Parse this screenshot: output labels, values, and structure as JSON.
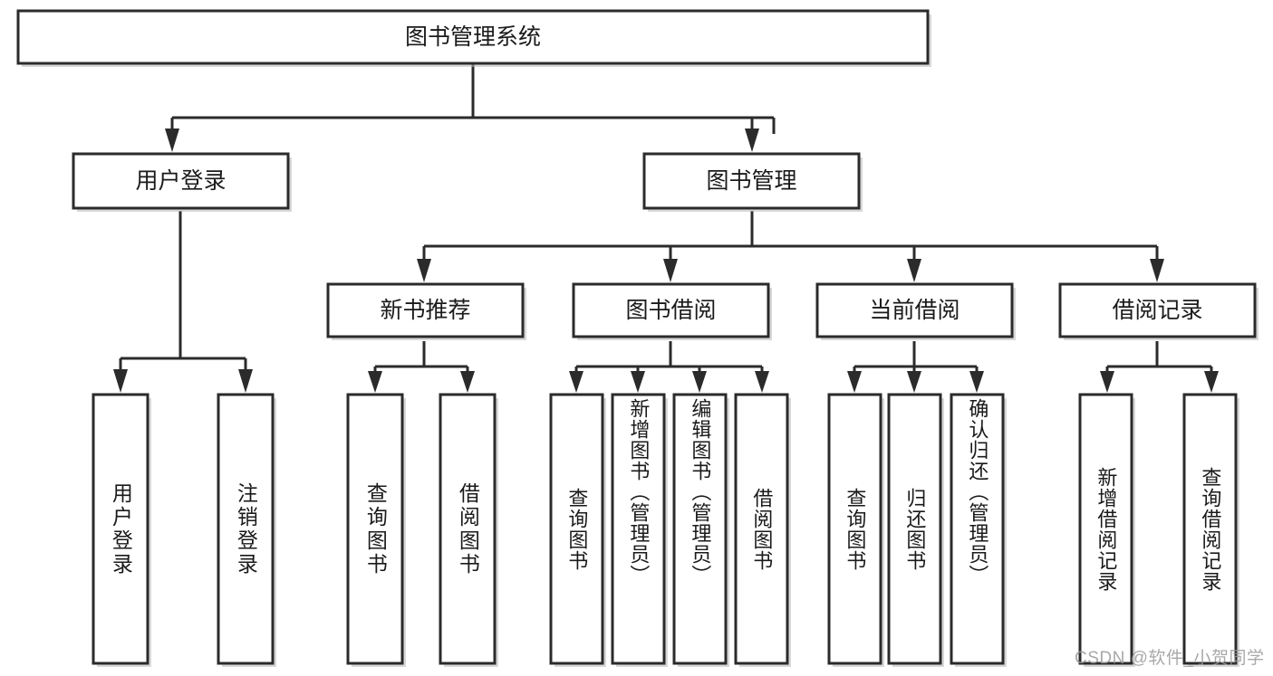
{
  "diagram": {
    "type": "tree-hierarchy",
    "title": "图书管理系统",
    "orientation": "top-down",
    "watermark": "CSDN @软件_小贺同学",
    "colors": {
      "box_stroke": "#2b2b2b",
      "box_fill": "#ffffff",
      "connector": "#2b2b2b",
      "background": "#ffffff",
      "watermark": "#9a9a9a"
    },
    "nodes": {
      "root": {
        "label": "图书管理系统",
        "level": 0
      },
      "l1": [
        {
          "id": "user-login",
          "label": "用户登录",
          "level": 1
        },
        {
          "id": "book-manage",
          "label": "图书管理",
          "level": 1
        }
      ],
      "l2": [
        {
          "id": "new-book-recommend",
          "label": "新书推荐",
          "level": 2,
          "parent": "book-manage"
        },
        {
          "id": "book-borrow",
          "label": "图书借阅",
          "level": 2,
          "parent": "book-manage"
        },
        {
          "id": "current-borrow",
          "label": "当前借阅",
          "level": 2,
          "parent": "book-manage"
        },
        {
          "id": "borrow-record",
          "label": "借阅记录",
          "level": 2,
          "parent": "book-manage"
        }
      ],
      "leaves": [
        {
          "id": "leaf-user-login",
          "label": "用户登录",
          "parent": "user-login"
        },
        {
          "id": "leaf-logout-login",
          "label": "注销登录",
          "parent": "user-login"
        },
        {
          "id": "leaf-query-book-recommend",
          "label": "查询图书",
          "parent": "new-book-recommend"
        },
        {
          "id": "leaf-borrow-book-recommend",
          "label": "借阅图书",
          "parent": "new-book-recommend"
        },
        {
          "id": "leaf-query-book-borrow",
          "label": "查询图书",
          "parent": "book-borrow"
        },
        {
          "id": "leaf-add-book",
          "label": "新增图书（管理员）",
          "parent": "book-borrow"
        },
        {
          "id": "leaf-edit-book",
          "label": "编辑图书（管理员）",
          "parent": "book-borrow"
        },
        {
          "id": "leaf-borrow-book",
          "label": "借阅图书",
          "parent": "book-borrow"
        },
        {
          "id": "leaf-query-book-current",
          "label": "查询图书",
          "parent": "current-borrow"
        },
        {
          "id": "leaf-return-book",
          "label": "归还图书",
          "parent": "current-borrow"
        },
        {
          "id": "leaf-confirm-return",
          "label": "确认归还（管理员）",
          "parent": "current-borrow"
        },
        {
          "id": "leaf-add-borrow-record",
          "label": "新增借阅记录",
          "parent": "borrow-record"
        },
        {
          "id": "leaf-query-borrow-record",
          "label": "查询借阅记录",
          "parent": "borrow-record"
        }
      ]
    }
  }
}
